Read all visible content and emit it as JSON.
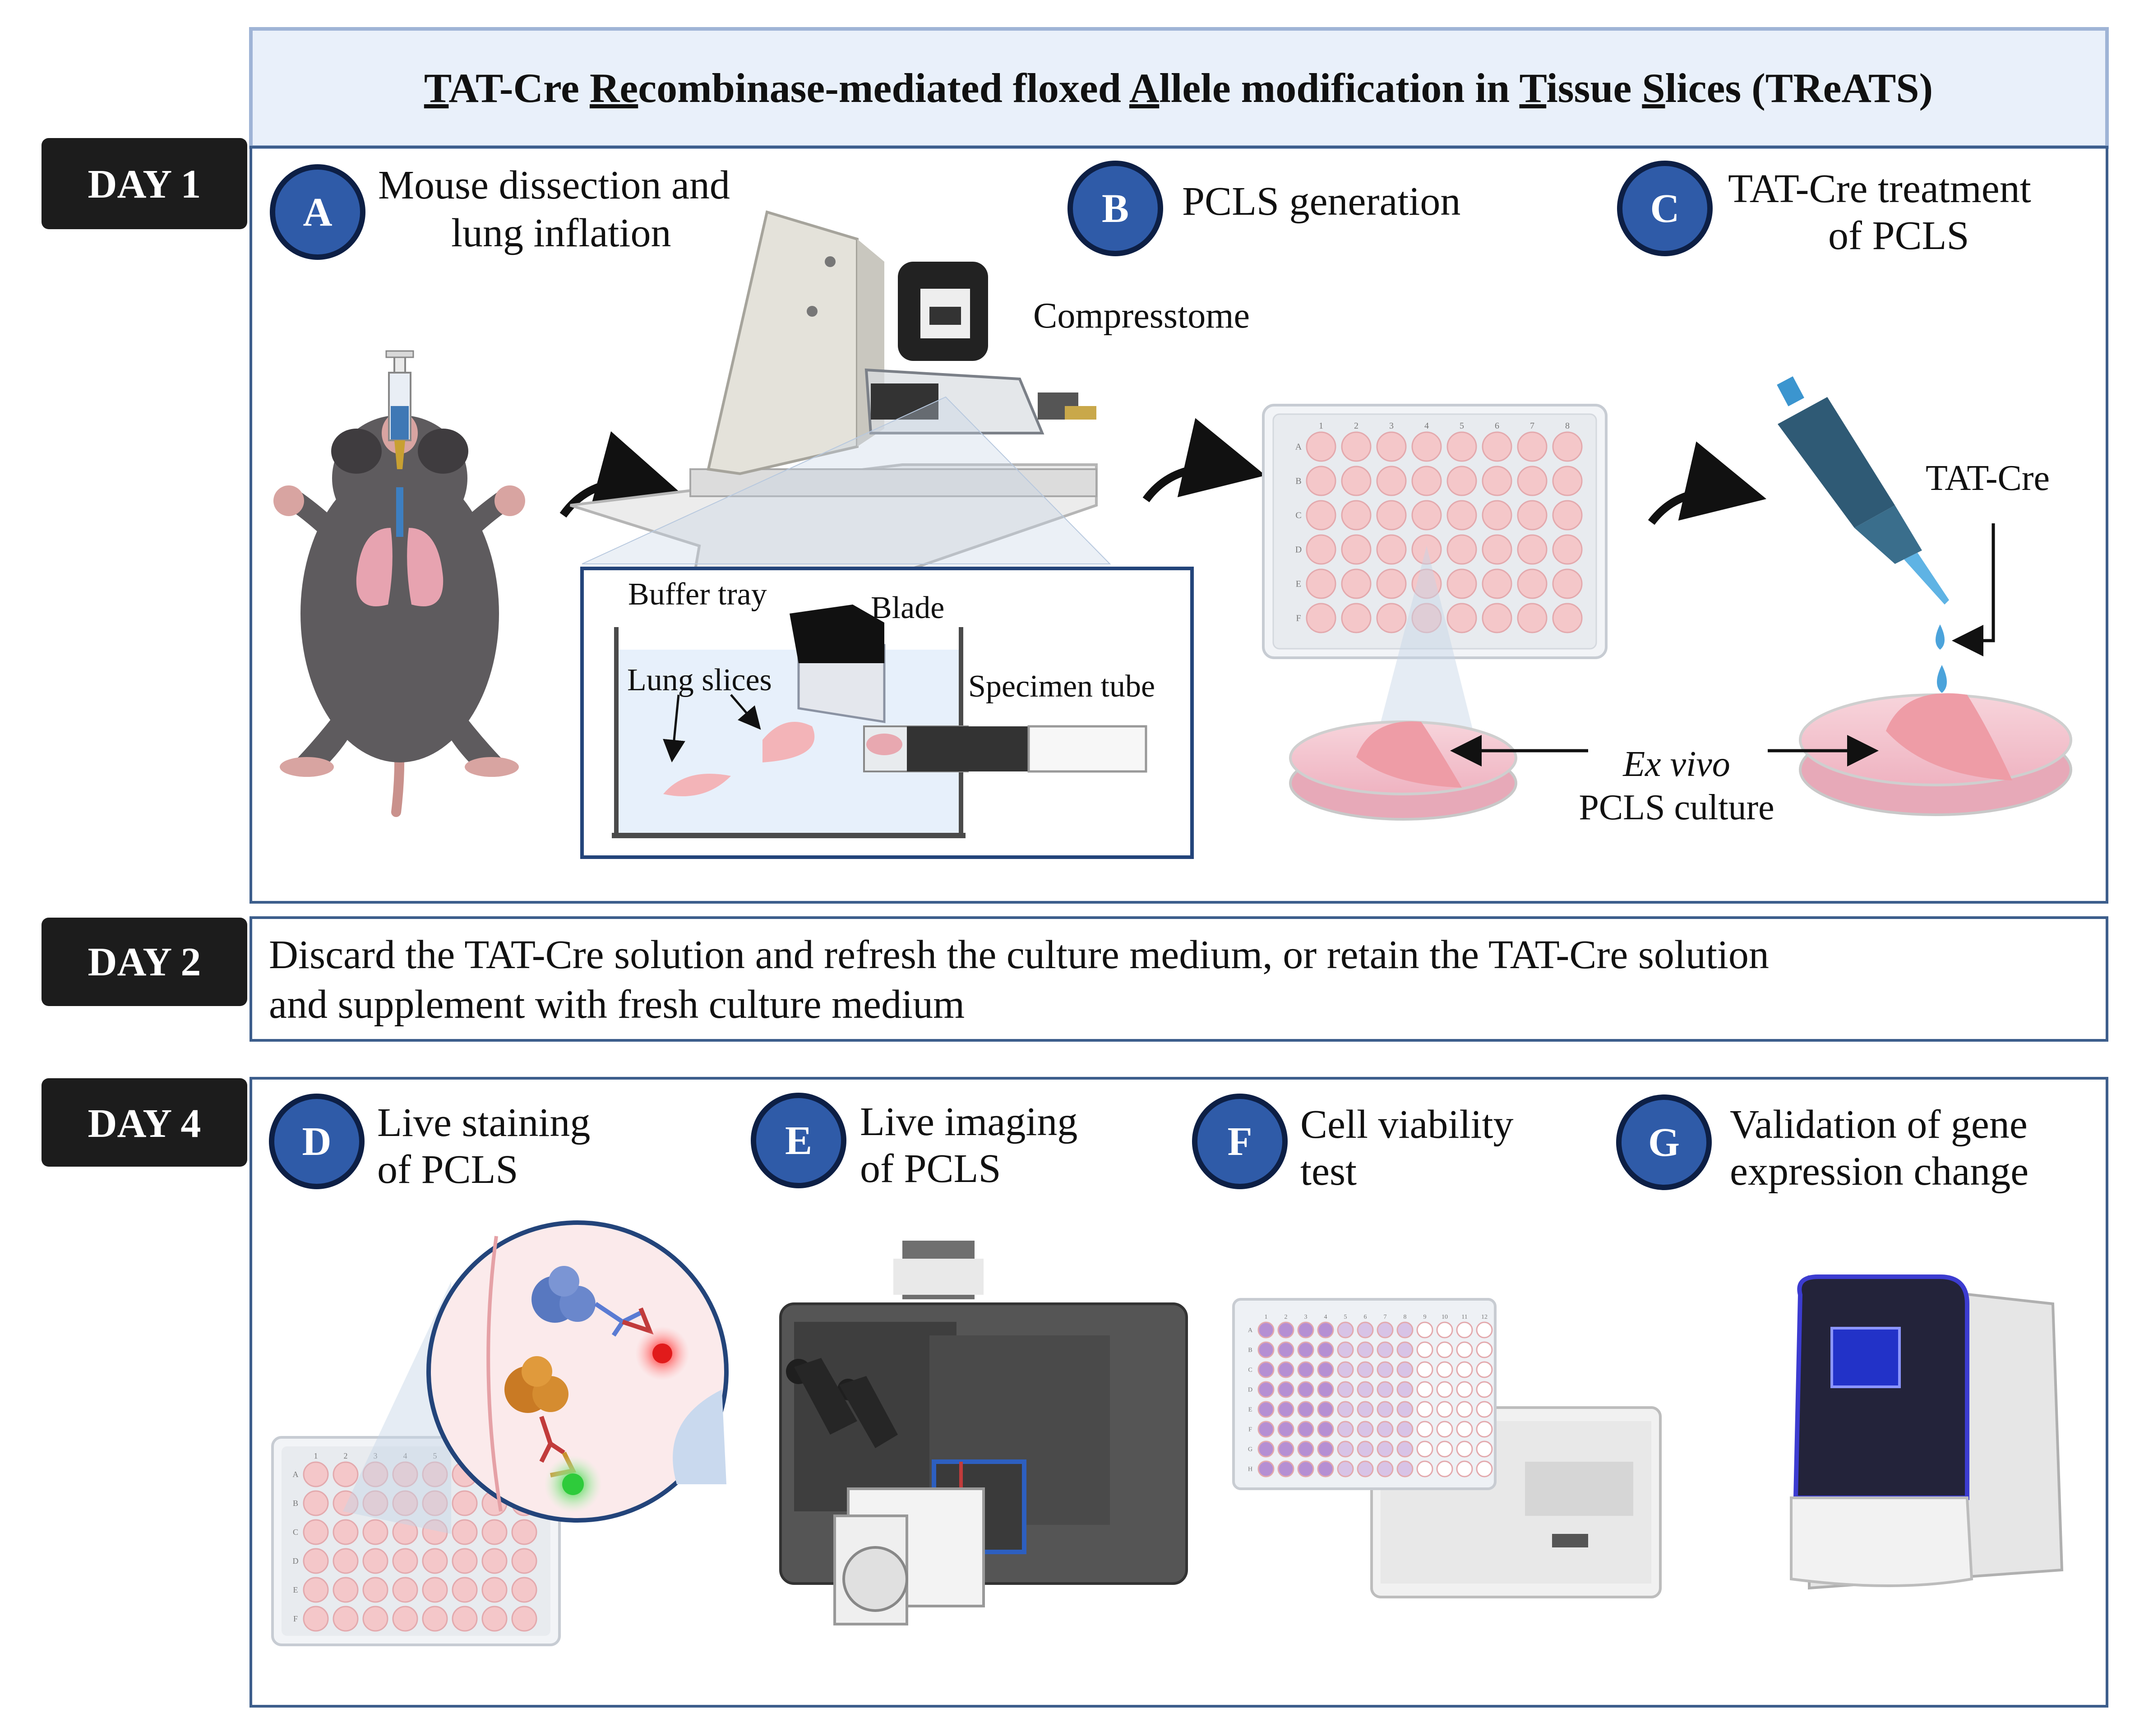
{
  "header": {
    "parts": [
      {
        "text": "T",
        "u": true
      },
      {
        "text": "AT-Cre ",
        "u": false
      },
      {
        "text": "Re",
        "u": true
      },
      {
        "text": "combinase-mediated floxed ",
        "u": false
      },
      {
        "text": "A",
        "u": true
      },
      {
        "text": "llele modification in ",
        "u": false
      },
      {
        "text": "T",
        "u": true
      },
      {
        "text": "issue ",
        "u": false
      },
      {
        "text": "S",
        "u": true
      },
      {
        "text": "lices (TReATS)",
        "u": false
      }
    ]
  },
  "days": {
    "day1": "DAY 1",
    "day2": "DAY 2",
    "day4": "DAY 4"
  },
  "steps": {
    "a": {
      "letter": "A",
      "line1": "Mouse dissection and",
      "line2": "lung inflation"
    },
    "b": {
      "letter": "B",
      "line1": "PCLS generation"
    },
    "c": {
      "letter": "C",
      "line1": "TAT-Cre treatment",
      "line2": "of PCLS"
    },
    "d": {
      "letter": "D",
      "line1": "Live staining",
      "line2": "of PCLS"
    },
    "e": {
      "letter": "E",
      "line1": "Live imaging",
      "line2": "of PCLS"
    },
    "f": {
      "letter": "F",
      "line1": "Cell viability",
      "line2": "test"
    },
    "g": {
      "letter": "G",
      "line1": "Validation of gene",
      "line2": "expression change"
    }
  },
  "labels": {
    "compresstome": "Compresstome",
    "buffer_tray": "Buffer tray",
    "blade": "Blade",
    "lung_slices": "Lung slices",
    "specimen_tube": "Specimen tube",
    "tat_cre": "TAT-Cre",
    "ex_vivo": "Ex vivo",
    "pcls_culture": "PCLS culture"
  },
  "plate": {
    "rows": [
      "A",
      "B",
      "C",
      "D",
      "E",
      "F",
      "G",
      "H"
    ],
    "cols": [
      "1",
      "2",
      "3",
      "4",
      "5",
      "6",
      "7",
      "8",
      "9",
      "10",
      "11",
      "12"
    ]
  },
  "day2_text": {
    "line1": "Discard the TAT-Cre solution and refresh the culture medium, or retain the TAT-Cre solution",
    "line2": "and supplement with fresh culture medium"
  },
  "colors": {
    "badge": "#2f5ba8",
    "day_tab": "#1c1c1c",
    "frame": "#3d5e8c",
    "header_fill": "#e9f0fa",
    "well": "#f4c7c9",
    "purple_well": "#b58fd3"
  }
}
